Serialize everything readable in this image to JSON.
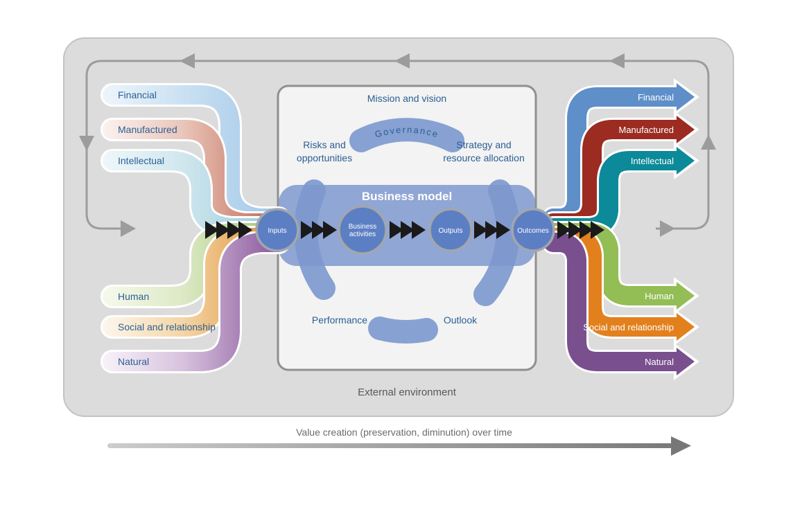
{
  "colors": {
    "financial": "#5e8fc9",
    "manufactured": "#9c2b22",
    "intellectual": "#0d8a99",
    "human": "#93bd55",
    "social": "#e2801d",
    "natural": "#794f8e",
    "ring_blue": "#87a1d3",
    "band_blue": "#7e98ce",
    "node_blue": "#5c7fc4",
    "label_blue": "#2c6094",
    "loop_gray": "#9c9c9c",
    "chevron_black": "#1a1a1a"
  },
  "capitals_left": {
    "financial": "Financial",
    "manufactured": "Manufactured",
    "intellectual": "Intellectual",
    "human": "Human",
    "social": "Social and relationship",
    "natural": "Natural"
  },
  "capitals_right": {
    "financial": "Financial",
    "manufactured": "Manufactured",
    "intellectual": "Intellectual",
    "human": "Human",
    "social": "Social and relationship",
    "natural": "Natural"
  },
  "center": {
    "mission": "Mission and vision",
    "governance": "Governance",
    "risks_line1": "Risks and",
    "risks_line2": "opportunities",
    "strategy_line1": "Strategy and",
    "strategy_line2": "resource allocation",
    "business_model": "Business model",
    "performance": "Performance",
    "outlook": "Outlook"
  },
  "flow": {
    "inputs": "Inputs",
    "business_line1": "Business",
    "business_line2": "activities",
    "outputs": "Outputs",
    "outcomes": "Outcomes"
  },
  "footer": {
    "external_environment": "External environment",
    "value_creation": "Value creation (preservation, diminution) over time"
  }
}
